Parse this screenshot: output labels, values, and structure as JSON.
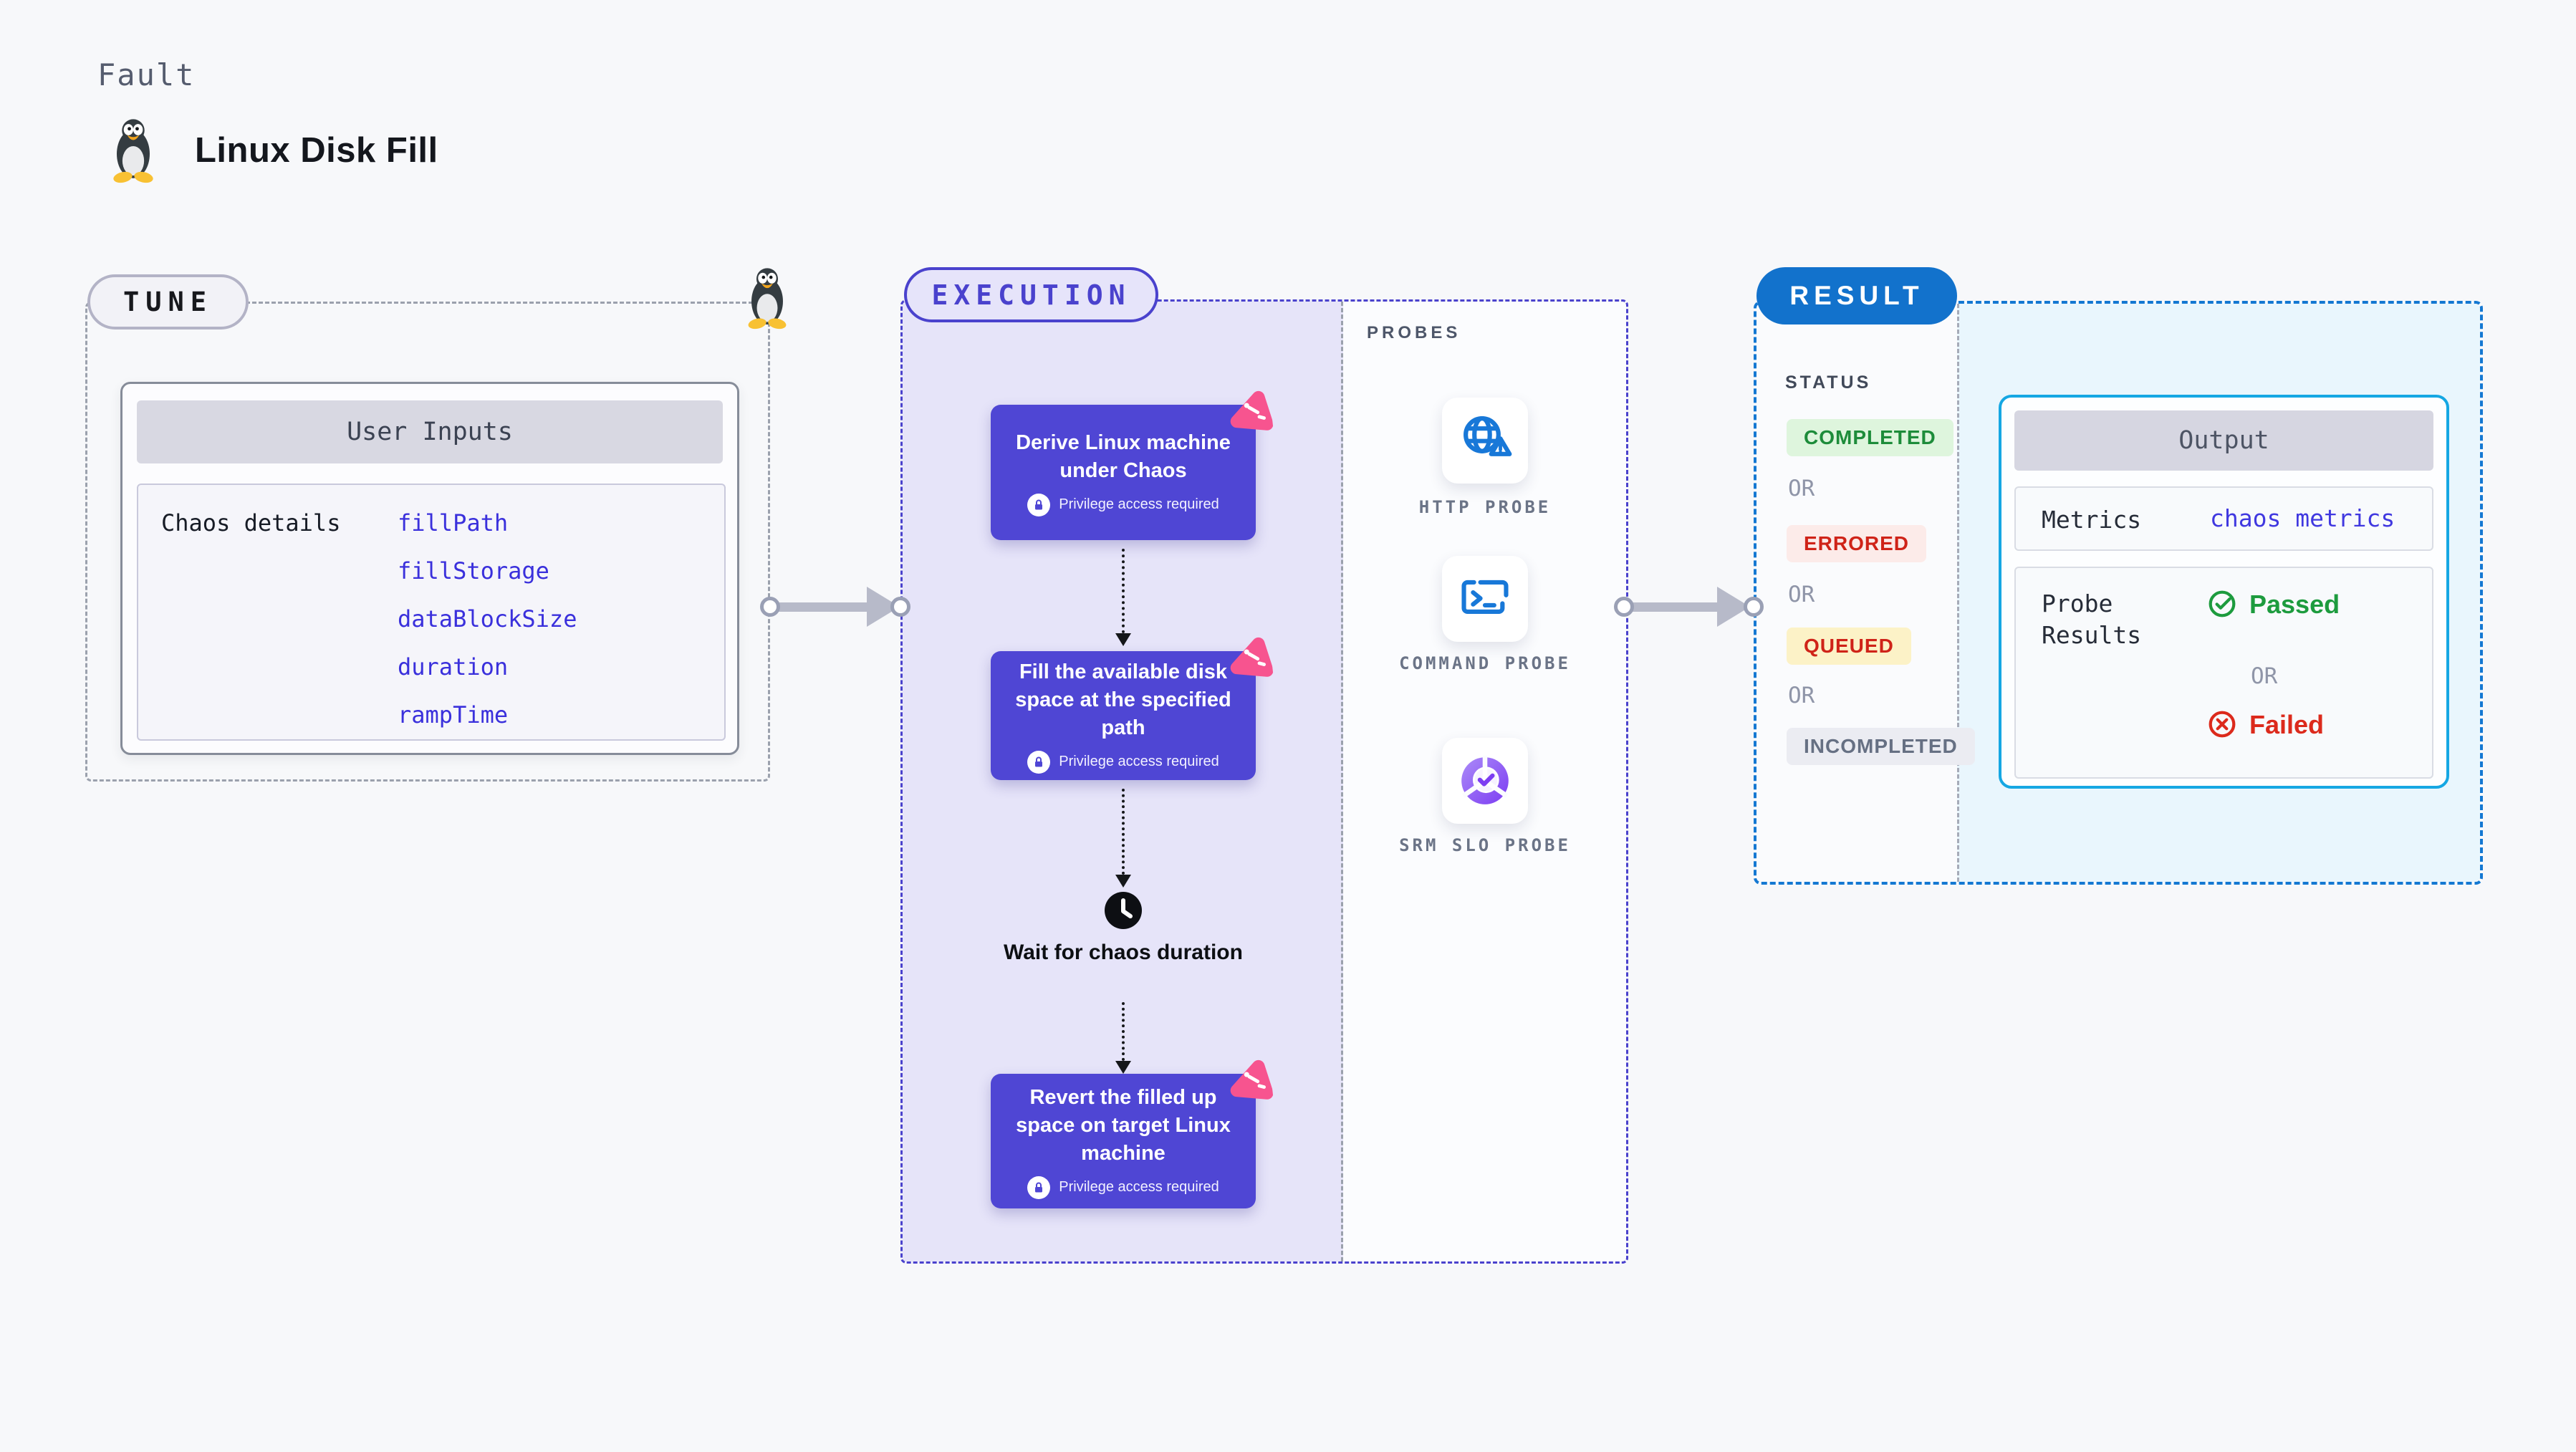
{
  "header": {
    "fault_label": "Fault",
    "title": "Linux Disk Fill",
    "icon": "tux-icon"
  },
  "tune": {
    "label": "TUNE",
    "corner_icon": "tux-icon",
    "user_inputs": {
      "header": "User Inputs",
      "row_label": "Chaos details",
      "params": [
        "fillPath",
        "fillStorage",
        "dataBlockSize",
        "duration",
        "rampTime"
      ]
    }
  },
  "execution": {
    "label": "EXECUTION",
    "privilege_note": "Privilege access required",
    "steps": [
      {
        "title": "Derive Linux machine under Chaos",
        "corner_icon": "chaos-badge-icon",
        "lock_icon": "lock-icon"
      },
      {
        "title": "Fill the available disk space at the specified path",
        "corner_icon": "chaos-badge-icon",
        "lock_icon": "lock-icon"
      },
      {
        "title": "Revert the filled up space on target Linux machine",
        "corner_icon": "chaos-badge-icon",
        "lock_icon": "lock-icon"
      }
    ],
    "wait_step": {
      "title": "Wait for chaos duration",
      "icon": "clock-icon"
    }
  },
  "probes": {
    "label": "PROBES",
    "items": [
      {
        "name": "HTTP PROBE",
        "icon": "globe-alert-icon"
      },
      {
        "name": "COMMAND PROBE",
        "icon": "terminal-icon"
      },
      {
        "name": "SRM SLO PROBE",
        "icon": "slo-donut-check-icon"
      }
    ]
  },
  "result": {
    "label": "RESULT",
    "status": {
      "label": "STATUS",
      "or": "OR",
      "badges": [
        {
          "text": "COMPLETED",
          "color": "#1d8c3a",
          "bg": "#def5dd"
        },
        {
          "text": "ERRORED",
          "color": "#cf2318",
          "bg": "#fcebe9"
        },
        {
          "text": "QUEUED",
          "color": "#cf2318",
          "bg": "#fcf2c7"
        },
        {
          "text": "INCOMPLETED",
          "color": "#667083",
          "bg": "#ebecf2"
        }
      ]
    },
    "output": {
      "header": "Output",
      "metrics_label": "Metrics",
      "metrics_link": "chaos metrics",
      "probe_results_label": "Probe Results",
      "passed_label": "Passed",
      "or_label": "OR",
      "failed_label": "Failed",
      "passed_icon": "check-circle-icon",
      "failed_icon": "x-circle-icon"
    }
  },
  "colors": {
    "page_bg": "#f7f8fa",
    "accent_indigo": "#4a42cd",
    "step_purple": "#4f46d4",
    "chaos_pink": "#f7548f",
    "result_blue": "#1272cc",
    "output_cyan": "#15a7e3",
    "link_blue": "#3a30dc",
    "success_green": "#1d9b3e",
    "error_red": "#dc2a1c",
    "lavender_bg": "#e6e4f9",
    "light_blue_bg": "#e9f6fd"
  }
}
